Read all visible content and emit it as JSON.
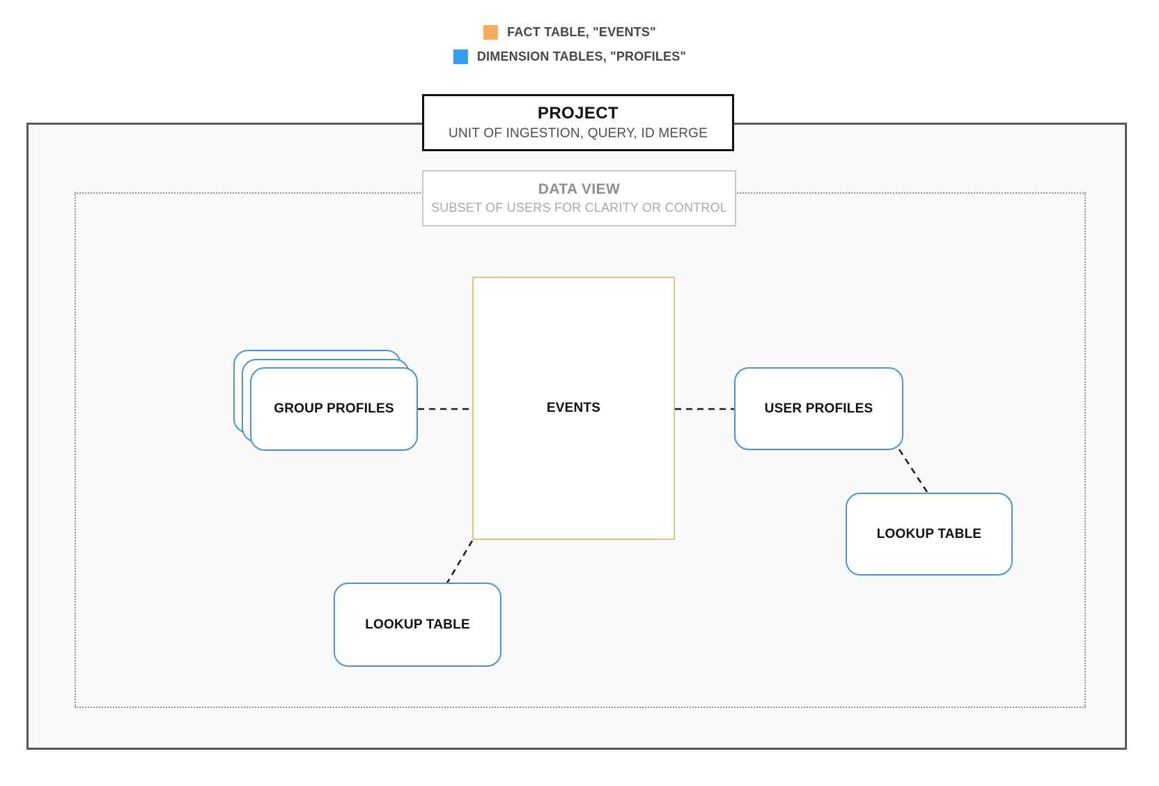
{
  "legend": {
    "items": [
      {
        "id": "fact",
        "label": "FACT TABLE, \"EVENTS\"",
        "swatch_color": "#F7AC5F"
      },
      {
        "id": "dimension",
        "label": "DIMENSION TABLES, \"PROFILES\"",
        "swatch_color": "#339CF1"
      }
    ]
  },
  "project": {
    "title": "PROJECT",
    "subtitle": "UNIT OF INGESTION, QUERY, ID MERGE"
  },
  "data_view": {
    "title": "DATA VIEW",
    "subtitle": "SUBSET OF USERS FOR CLARITY OR CONTROL"
  },
  "nodes": {
    "events": {
      "label": "EVENTS",
      "type": "fact"
    },
    "group_profiles": {
      "label": "GROUP PROFILES",
      "type": "dimension",
      "stacked": true
    },
    "user_profiles": {
      "label": "USER PROFILES",
      "type": "dimension"
    },
    "lookup_table_bottom": {
      "label": "LOOKUP TABLE",
      "type": "dimension"
    },
    "lookup_table_right": {
      "label": "LOOKUP TABLE",
      "type": "dimension"
    }
  },
  "colors": {
    "fact_accent": "#F7AC5F",
    "fact_border": "#EBBE82",
    "dimension_accent": "#339CF1",
    "dimension_border": "#4A93CF",
    "project_border": "#111111",
    "outer_border": "#595959",
    "dotted_border": "#8F8F8F",
    "dataview_border": "#C6C6C6",
    "muted_title": "#8F8F8F",
    "muted_subtitle": "#A9A9A9",
    "text_dark": "#101010",
    "text_gray": "#4D4D4D",
    "legend_text": "#464646",
    "connector": "#1A1A1A",
    "canvas_fill": "#FAFAFA"
  }
}
